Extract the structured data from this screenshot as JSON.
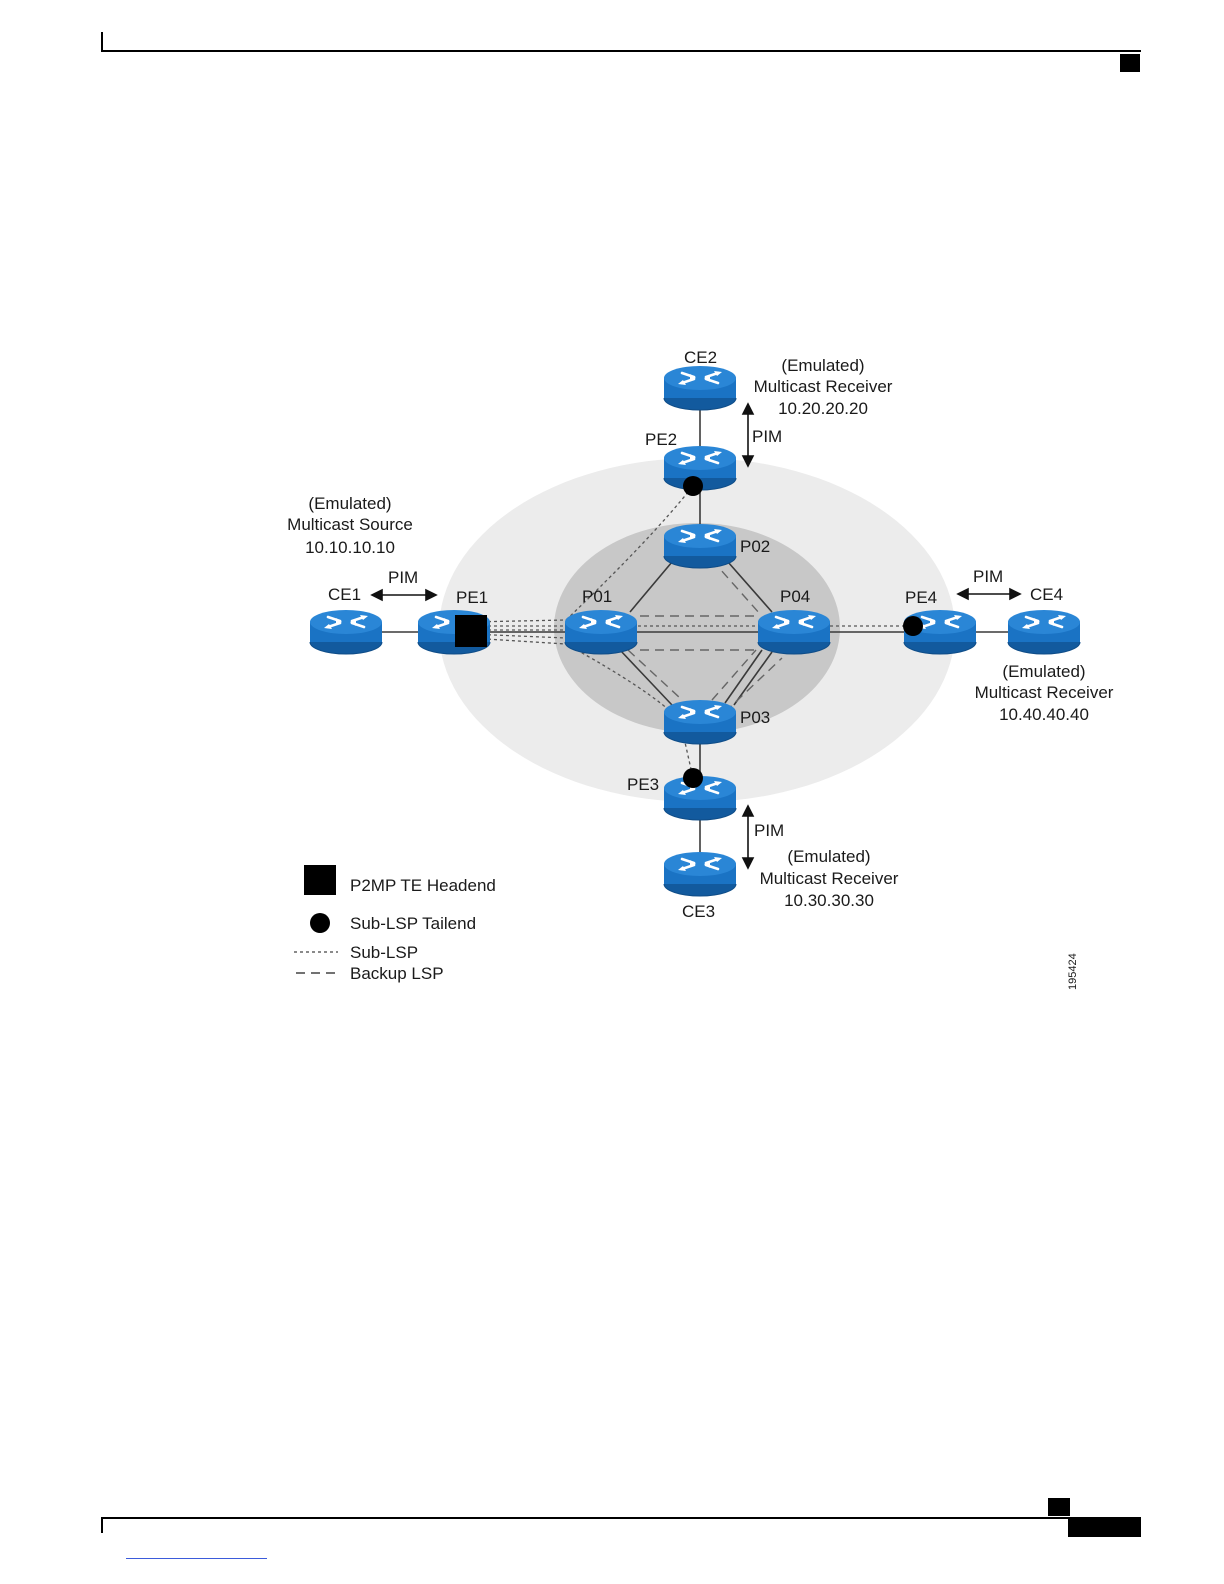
{
  "nodes": {
    "ce1": "CE1",
    "pe1": "PE1",
    "p01": "P01",
    "p02": "P02",
    "p03": "P03",
    "p04": "P04",
    "pe2": "PE2",
    "pe3": "PE3",
    "pe4": "PE4",
    "ce2": "CE2",
    "ce3": "CE3",
    "ce4": "CE4"
  },
  "pim": {
    "left": "PIM",
    "top": "PIM",
    "bottom": "PIM",
    "right": "PIM"
  },
  "source": {
    "line1": "(Emulated)",
    "line2": "Multicast Source",
    "line3": "10.10.10.10"
  },
  "receivers": {
    "top": {
      "line1": "(Emulated)",
      "line2": "Multicast Receiver",
      "line3": "10.20.20.20"
    },
    "bottom": {
      "line1": "(Emulated)",
      "line2": "Multicast Receiver",
      "line3": "10.30.30.30"
    },
    "right": {
      "line1": "(Emulated)",
      "line2": "Multicast Receiver",
      "line3": "10.40.40.40"
    }
  },
  "legend": {
    "headend": "P2MP TE Headend",
    "tailend": "Sub-LSP Tailend",
    "sub_lsp": "Sub-LSP",
    "backup_lsp": "Backup LSP"
  },
  "figure_id": "195424",
  "colors": {
    "router_fill": "#1a73c4",
    "router_top": "#2a86d6",
    "router_dark": "#125a9e",
    "outer_area": "#ececec",
    "inner_area": "#c8c8c8"
  }
}
